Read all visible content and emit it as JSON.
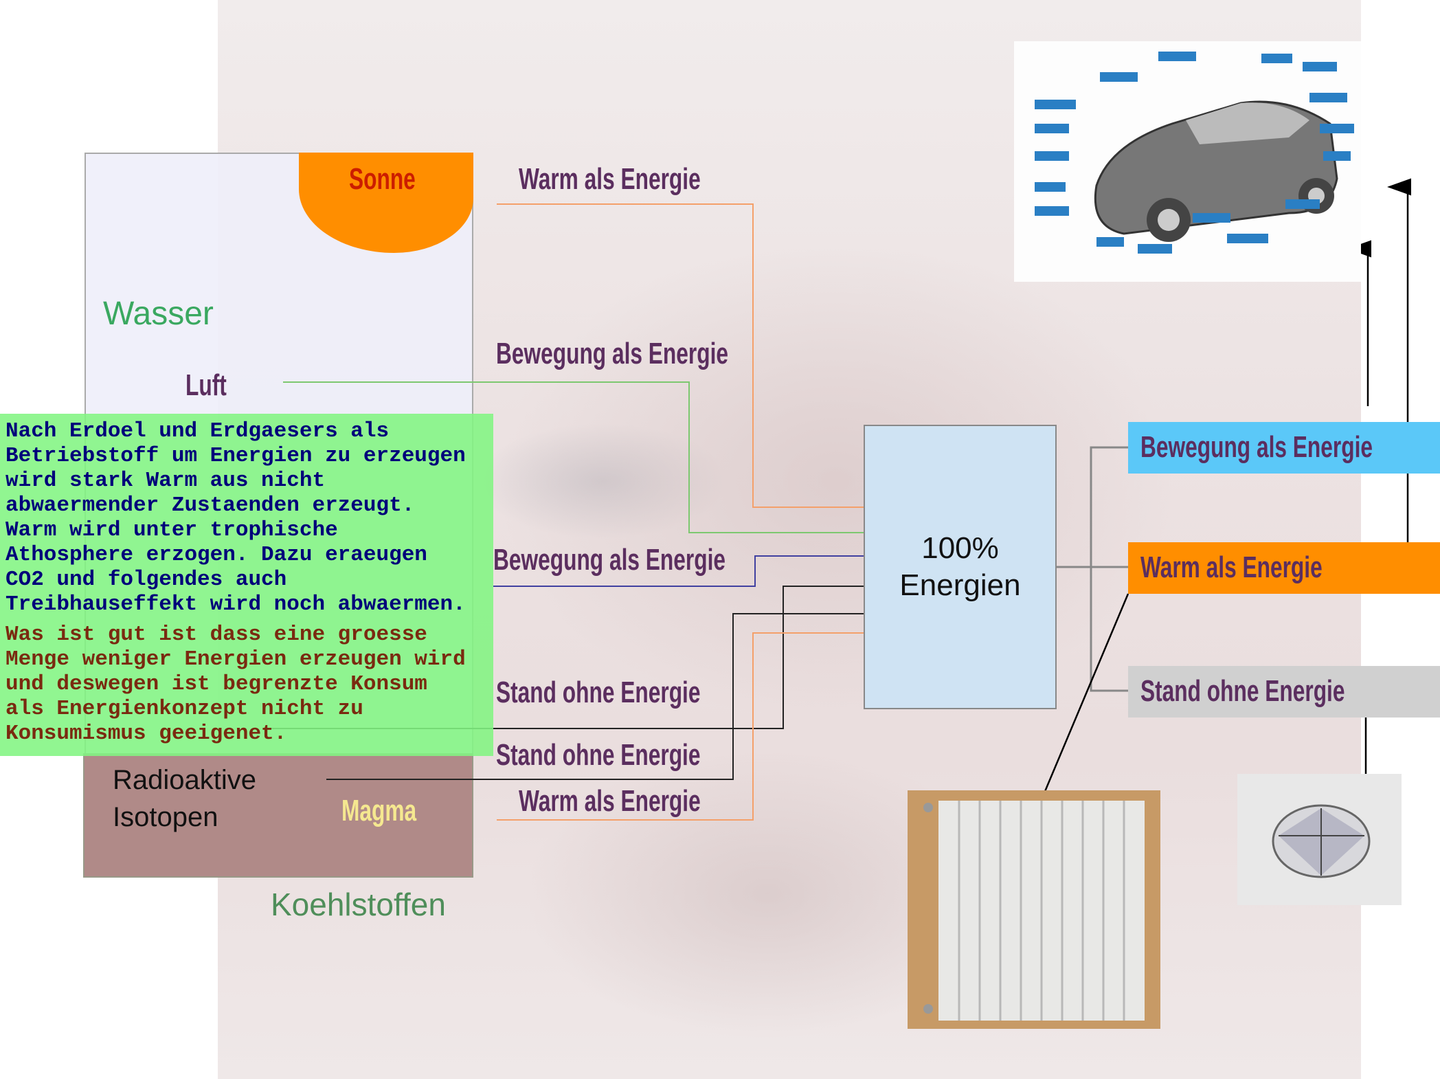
{
  "left_panel": {
    "sun_label": "Sonne",
    "air_label": "Luft",
    "water_label": "Wasser",
    "carbon_label": "Koehlstoffen",
    "isotopes_label": "Radioaktive\nIsotopen",
    "magma_label": "Magma"
  },
  "flows": [
    {
      "label": "Warm als Energie",
      "color": "#f4a06a"
    },
    {
      "label": "Bewegung als Energie",
      "color": "#7dc870"
    },
    {
      "label": "Bewegung als Energie",
      "color": "#4040a0"
    },
    {
      "label": "Stand ohne Energie",
      "color": "#222222"
    },
    {
      "label": "Stand ohne Energie",
      "color": "#222222"
    },
    {
      "label": "Warm als Energie",
      "color": "#f4a06a"
    }
  ],
  "center": {
    "percent": "100%",
    "label": "Energien"
  },
  "outputs": [
    {
      "label": "Bewegung als Energie",
      "color": "#5bc8f8"
    },
    {
      "label": "Warm als Energie",
      "color": "#ff8e00"
    },
    {
      "label": "Stand ohne Energie",
      "color": "#d0d0d0"
    }
  ],
  "note": {
    "blue_lines": "Nach Erdoel und Erdgaesers als\nBetriebstoff um Energien zu erzeugen\nwird stark Warm aus nicht\nabwaermender Zustaenden erzeugt.\nWarm wird unter trophische\nAthosphere erzogen. Dazu eraeugen\nCO2 und folgendes auch\nTreibhauseffekt wird noch abwaermen.",
    "brown_lines": "Was ist gut ist dass eine groesse\nMenge weniger Energien erzeugen wird\nund deswegen ist begrenzte Konsum\nals Energienkonzept nicht zu\nKonsumismus geeigenet."
  },
  "images": {
    "car": "car-cutaway-image",
    "radiator": "radiator-image",
    "diamond": "diamond-image"
  }
}
